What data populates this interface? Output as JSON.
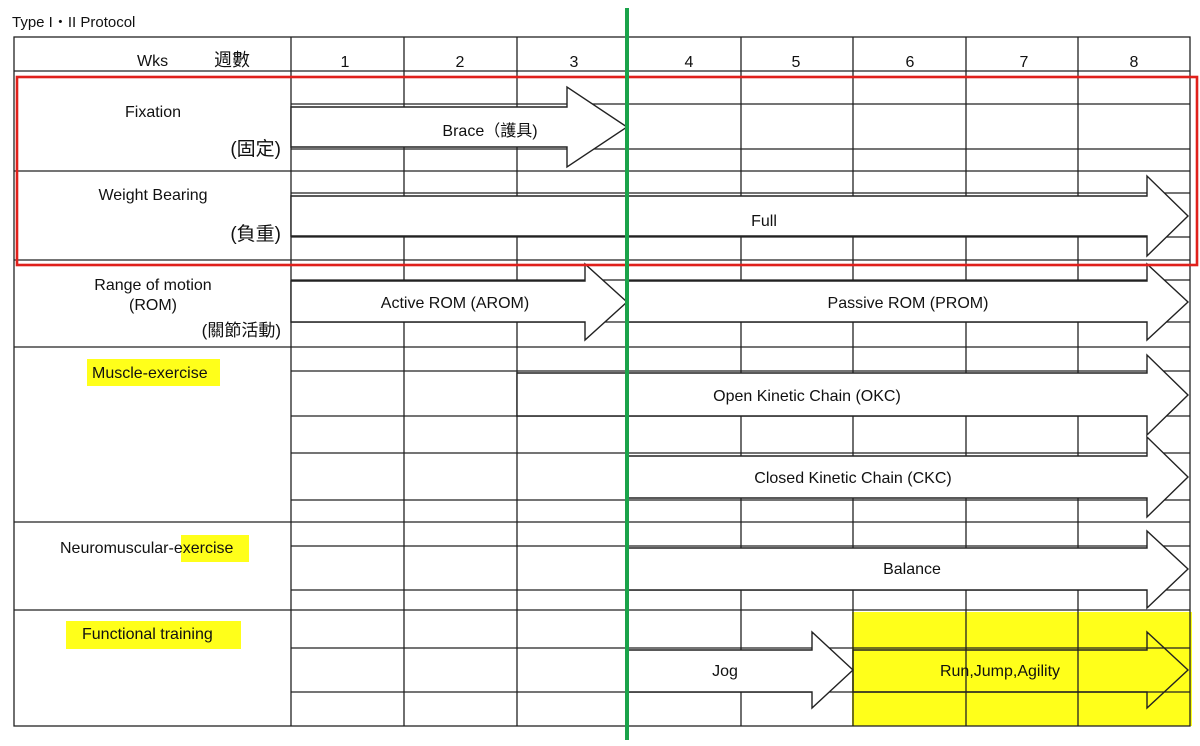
{
  "title": "Type I・II Protocol",
  "header": {
    "wks": "Wks",
    "wks_zh": "週數",
    "weeks": [
      "1",
      "2",
      "3",
      "4",
      "5",
      "6",
      "7",
      "8"
    ]
  },
  "rows": [
    {
      "label": "Fixation",
      "label_zh": "(固定)"
    },
    {
      "label": "Weight Bearing",
      "label_zh": "(負重)"
    },
    {
      "label": "Range of motion",
      "label2": "(ROM)",
      "label_zh": "(關節活動)"
    },
    {
      "label": "Muscle-exercise"
    },
    {
      "label": "Neuromuscular-",
      "label_hl": "exercise"
    },
    {
      "label": "Functional training"
    }
  ],
  "arrows": {
    "brace": "Brace（護具)",
    "full": "Full",
    "arom": "Active ROM (AROM)",
    "prom": "Passive ROM (PROM)",
    "okc": "Open Kinetic Chain (OKC)",
    "ckc": "Closed Kinetic Chain (CKC)",
    "balance": "Balance",
    "jog": "Jog",
    "run": "Run,Jump,Agility"
  },
  "colors": {
    "highlight": "#ffff1a",
    "frame": "#e0201b",
    "divider": "#1aa34a",
    "grid": "#222222"
  }
}
